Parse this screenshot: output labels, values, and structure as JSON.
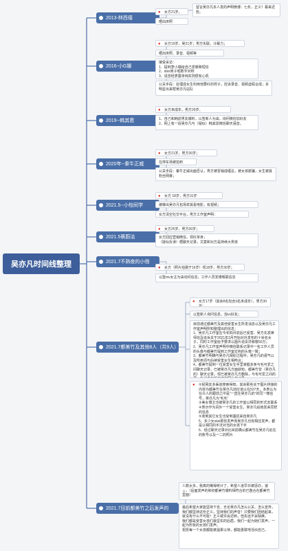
{
  "title": "吴亦凡时间线整理",
  "branches": [
    {
      "label": "2013-林西禧",
      "leaves": [
        "女方21岁，男方23岁；",
        "留言吴亦凡本人发的声明微博：七年，正义？幕来迟些。",
        "晒出床照"
      ]
    },
    {
      "label": "2016-小G娜",
      "leaves": [
        "女方19岁，吴21岁；男方失联，冷暴力；",
        "晒出床照、录音、视频等",
        "接受采访：\n1、提到李小璐给自己发暧昧短信\n2、diss吴子昭数字对称\n3、说曾经表露单纯实则很有心机",
        "公关手段：处理成女生利用他要红的样子，控诉录音、视频虚假合成；多明星出来帮吴亦凡站队"
      ]
    },
    {
      "label": "2019--韩其恩",
      "leaves": [
        "女方未成年，男方29岁。",
        "1、自己和韩前男友爆料，以签新人为由，询问微信加好友\n2、网上有一段吴亦凡与（疑似）韩其恩微信聊天语音。"
      ]
    },
    {
      "label": "2020年--秦牛正威",
      "leaves": [
        "女方21岁，男方30岁；",
        "在停车场被拍到",
        "公关手段：秦牛正威出面否认，男方被冒销成缠总，被女孩欺骗，女生被其粉丝网暴；"
      ]
    },
    {
      "label": "2021.5--小怡同学",
      "leaves": [
        "女方 18岁，男方31岁",
        "被曝出吴亦凡包场举其看电影，有视频；",
        "女方清空社交平台，男方工作室声明："
      ]
    },
    {
      "label": "2021.5蔡蔚洁",
      "leaves": [
        "女方25岁，男方30岁；",
        "女方回应营销微信，现红单身；\n（疑似反误）晒聊天记录，文案和对方是持续大男孩"
      ]
    },
    {
      "label": "2021.7不熟夜的小俏",
      "leaves": [
        "女方（照片拍摄于16岁）现18岁，男方30岁；",
        "以签mv女主为由询问信息，工作人员发傅嗯联信息"
      ]
    },
    {
      "label": "2021.7都美竹及其他8人（共9人）",
      "leaves": [
        "女方17岁（其余8名包含3名未成年），男方30岁；",
        "以签新人询问信息，加vx好友；",
        "目前通过都美竹及其他受害女生所发消息以及吴亦凡工作室声明所知整理出的信息：\n1、吴亦凡工作室在今年四月前后已受害，吴方先发律师信及追诉关于2021年3月开始对外发布的十余名女子，同时工作室给予要求以图片追责并致敬50万；\n2、吴亦凡工作室声明中微信联系记录中一名工作人员的头像与都美竹提到工作室拉钩的头像一致；\n3、都美竹明确与吴亦凡相处过程中，吴亦凡的语气以及所用词与后续受害女生相吻合；\n4、都美竹提到一位受害女生手里掌握多条与毛可爱之间聊天记录，已被吴亦凡方面获知，都美竹曾（吴亦凡的）聊天记录，现已被吴亦凡方删除，与毛可爱之间的那一条消息包括交流和图片的记录\n①（目前吴亦凡上当的对比文件以及发出了四月前后给多与毛可爱的微信号名为）你好清歌（概念图文片上注明了）Ins为：lohasmao",
        "②经网友多渠道搜索得知，其余那些关于图片拼接的内容为都美竹在吴亦凡前应该以在537天，多表认为在众人的跟前之中是“一直在吴亦凡的”的同一微信号，吴亦凡为“毛毛”\n③美女博主也被吴亦凡的工作室以相同的形式去联系\n④表示作为另外一个受害女生，吴亦凡给她发来同样的信息\n⑤收到其它女生也受到骚扰来自吴亦凡\n5、多少女xiiei那些发声而吴亦凡也有相应发声，都是以相同的手法对当的女孩下手\n6、经过聊天记录对比目前确认都美竹在吴亦凡处在的账号以及一二的照片"
      ]
    },
    {
      "label": "2021.7目前都美竹之后发声的",
      "leaves": [
        "人数太多，我真的懒得统计了，希望人道早日被惩办，速☺。（后面发声的和初都美竹爆料相符合的已整合在都美竹里面）",
        "最后希望大家能坚持下去，无论吴亦凡怎么公关、怎么宣传，我们都坚持这份正义，坚持我们的声音！只要我们团结起来，就没有什么不可能！正义或许会迟到，但永远不会缺席。\n我们都是受害女孩们最坚实的后盾，我们一起为她们发声，一起为所有的女孩们发声。\n祝愿每一个女孩都能被温柔以待，都能勇敢地活出自己。"
      ]
    }
  ]
}
